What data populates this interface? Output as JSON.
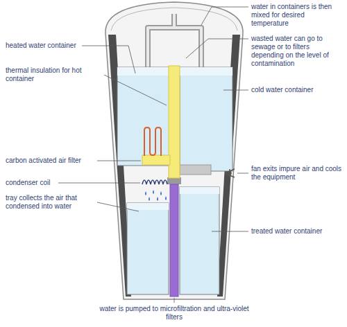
{
  "diagram": {
    "labels": [
      "water in containers is then mixed for desired temperature",
      "heated water container",
      "wasted water can go to sewage or to filters depending on the level of contamination",
      "cold water container",
      "thermal insulation for hot container",
      "carbon activated air filter",
      "condenser coil",
      "fan exits impure air and cools the equipment",
      "tray collects the air that condensed into water",
      "treated water container",
      "water is pumped to microfiltration and ultra-violet filters"
    ]
  }
}
